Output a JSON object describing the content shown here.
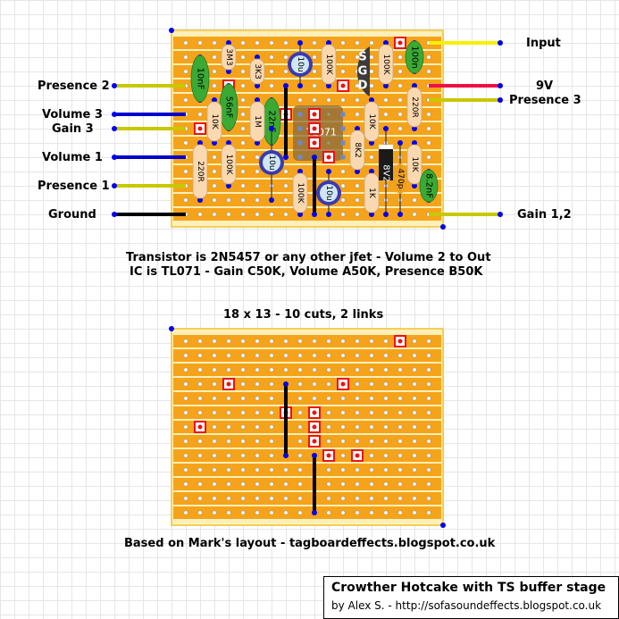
{
  "colors": {
    "strip": "#f5a31a",
    "board": "#fdf0b8",
    "board_border": "#f2c230",
    "wire_yellow": "#f5f000",
    "wire_olive": "#c8c800",
    "wire_blue": "#0000cc",
    "wire_red": "#ee1144",
    "wire_black": "#000000",
    "resistor": "#fbd9b0",
    "film_cap": "#3aaa35",
    "electrolytic": "#3a3ab0",
    "ic": "#8a6a3a",
    "transistor": "#3c3c3c",
    "zener": "#1a1a1a",
    "ceramic": "#f0a020",
    "cut": "#ee1111"
  },
  "top_board": {
    "left_labels": [
      {
        "text": "Presence 2",
        "wire": "olive"
      },
      {
        "text": "Volume 3",
        "wire": "blue"
      },
      {
        "text": "Gain 3",
        "wire": "olive"
      },
      {
        "text": "Volume 1",
        "wire": "blue"
      },
      {
        "text": "Presence 1",
        "wire": "olive"
      },
      {
        "text": "Ground",
        "wire": "black"
      }
    ],
    "right_labels": [
      {
        "text": "Input",
        "wire": "yellow"
      },
      {
        "text": "9V",
        "wire": "red"
      },
      {
        "text": "Presence 3",
        "wire": "olive"
      },
      {
        "text": "Gain 1,2",
        "wire": "olive"
      }
    ],
    "components": [
      {
        "type": "resistor",
        "label": "3M3"
      },
      {
        "type": "film",
        "label": "10nF"
      },
      {
        "type": "resistor",
        "label": "3K3"
      },
      {
        "type": "film",
        "label": "56nF"
      },
      {
        "type": "resistor",
        "label": "10K"
      },
      {
        "type": "film",
        "label": "22nF"
      },
      {
        "type": "resistor",
        "label": "1M"
      },
      {
        "type": "resistor",
        "label": "220R"
      },
      {
        "type": "resistor",
        "label": "100K"
      },
      {
        "type": "electro",
        "label": "10u"
      },
      {
        "type": "electro",
        "label": "10u"
      },
      {
        "type": "resistor",
        "label": "100K"
      },
      {
        "type": "resistor",
        "label": "100K"
      },
      {
        "type": "film",
        "label": "100n"
      },
      {
        "type": "resistor",
        "label": "220R"
      },
      {
        "type": "resistor",
        "label": "10K"
      },
      {
        "type": "resistor",
        "label": "8K2"
      },
      {
        "type": "resistor",
        "label": "1K"
      },
      {
        "type": "zener",
        "label": "8V2"
      },
      {
        "type": "ceramic",
        "label": "470p"
      },
      {
        "type": "resistor",
        "label": "10K"
      },
      {
        "type": "film",
        "label": "8.2nF"
      },
      {
        "type": "resistor",
        "label": "100K"
      },
      {
        "type": "electro",
        "label": "10u"
      }
    ],
    "ic_label": "TL071",
    "transistor_pins": [
      "S",
      "G",
      "D"
    ]
  },
  "notes": {
    "line1": "Transistor is 2N5457 or any other jfet - Volume 2 to Out",
    "line2": "IC is TL071 - Gain C50K, Volume A50K, Presence B50K",
    "cuts_title": "18 x 13 - 10 cuts, 2 links",
    "credit": "Based on Mark's layout - tagboardeffects.blogspot.co.uk"
  },
  "title_box": {
    "title": "Crowther Hotcake with TS buffer stage",
    "byline": "by Alex S. - http://sofasoundeffects.blogspot.co.uk"
  }
}
